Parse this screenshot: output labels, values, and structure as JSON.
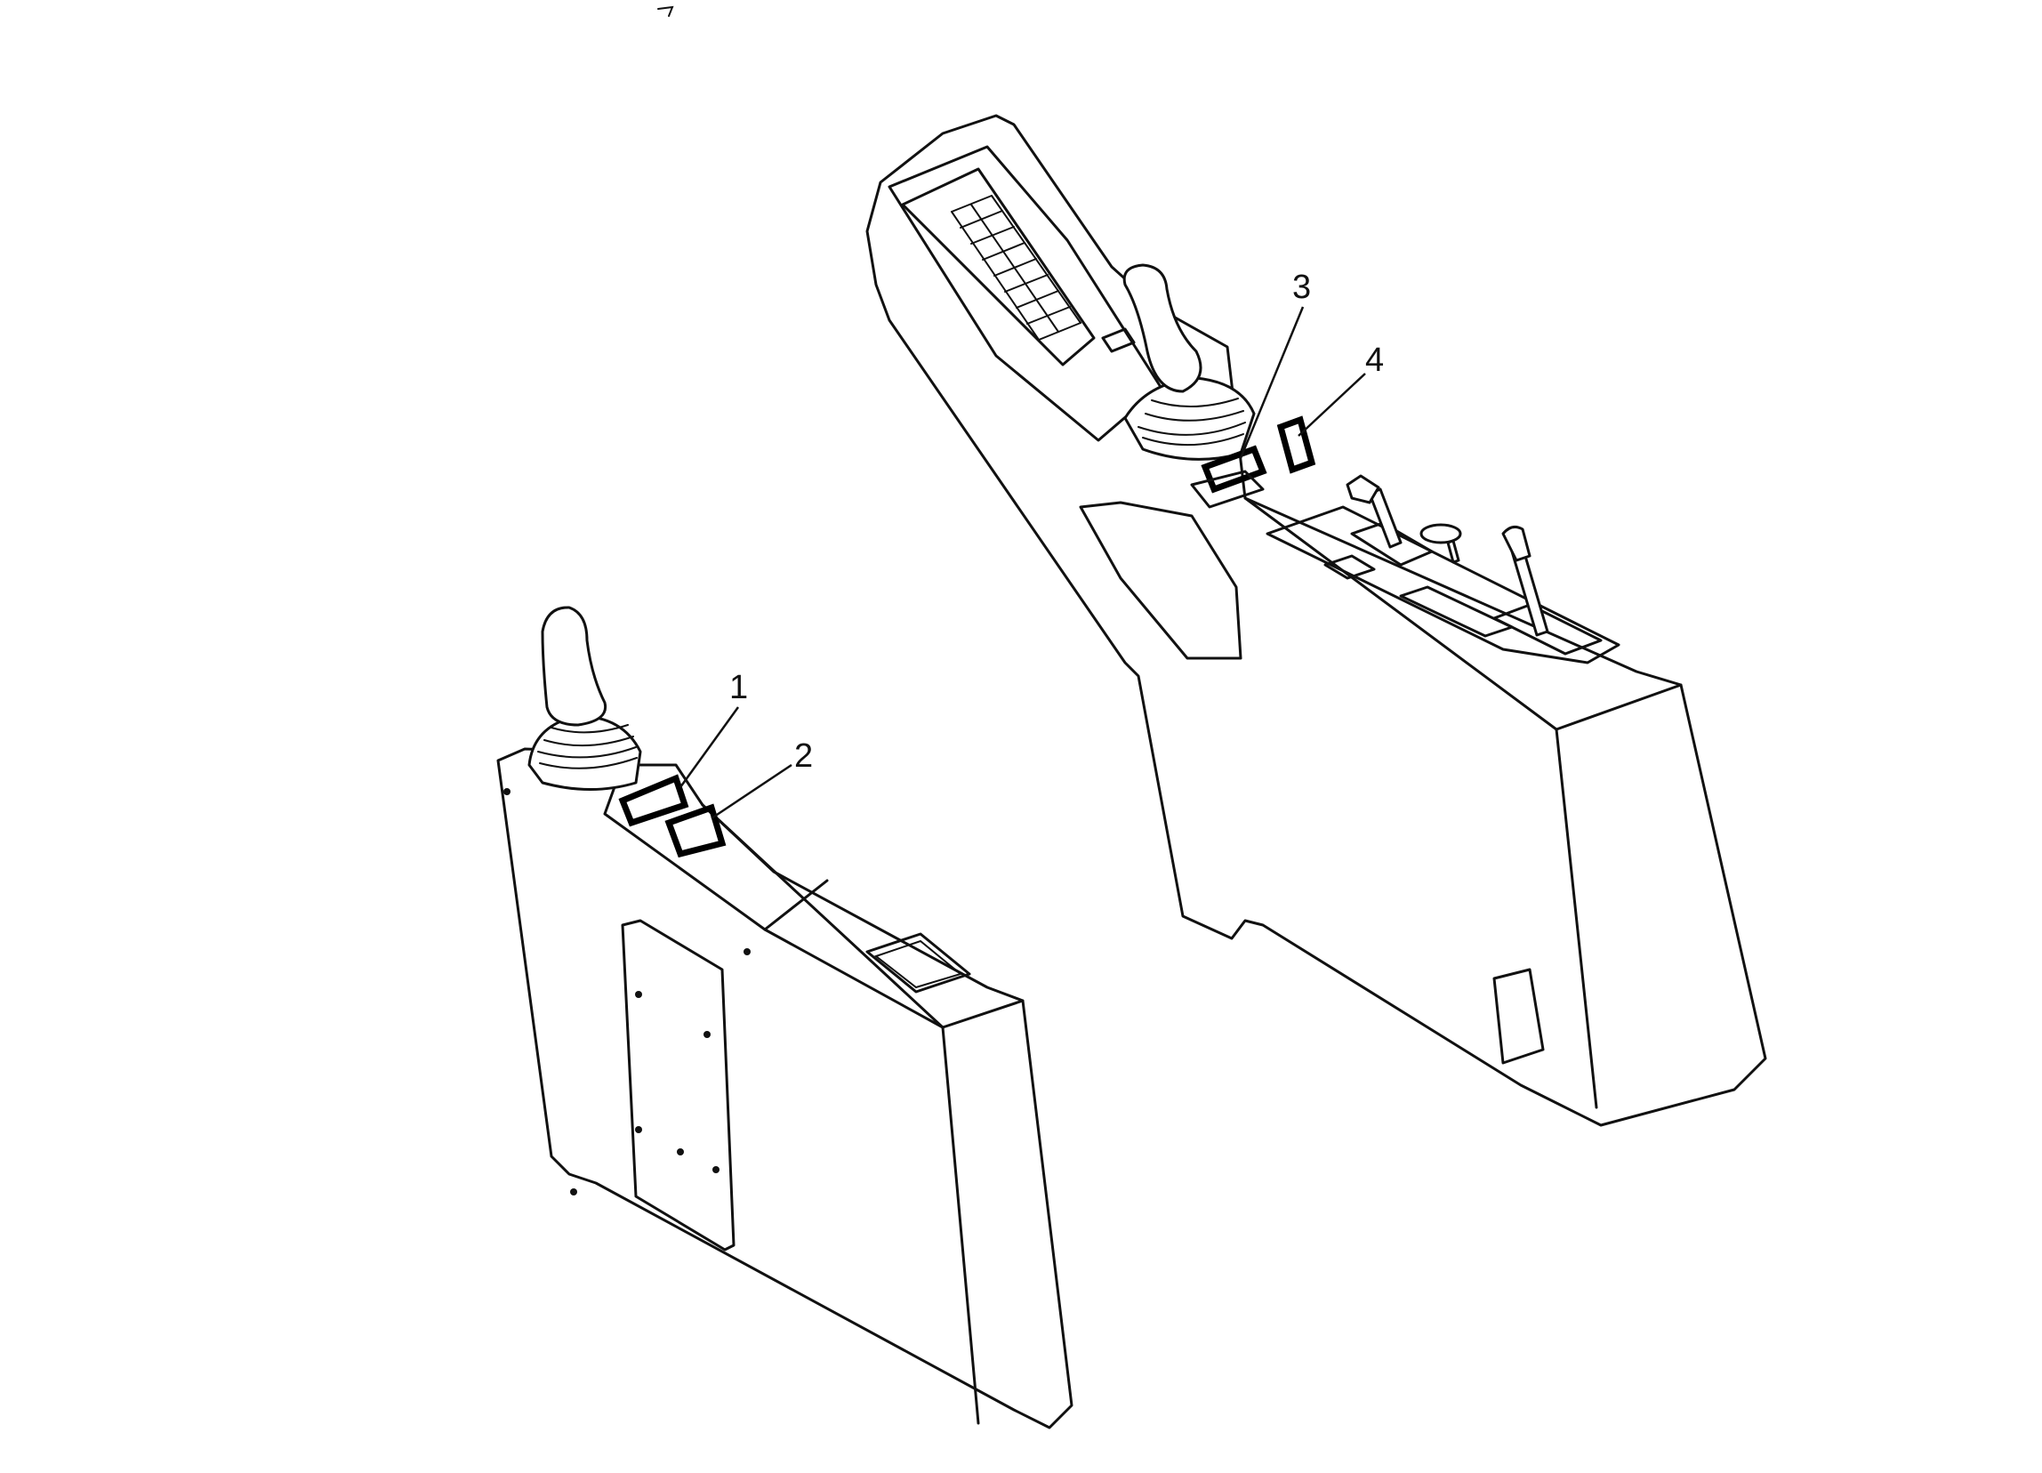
{
  "callouts": {
    "c1": "1",
    "c2": "2",
    "c3": "3",
    "c4": "4"
  },
  "colors": {
    "line": "#111111",
    "background": "#ffffff"
  },
  "icons": {
    "left_console": "armrest-console-with-joystick",
    "right_console": "armrest-console-with-joystick-display-and-levers"
  }
}
